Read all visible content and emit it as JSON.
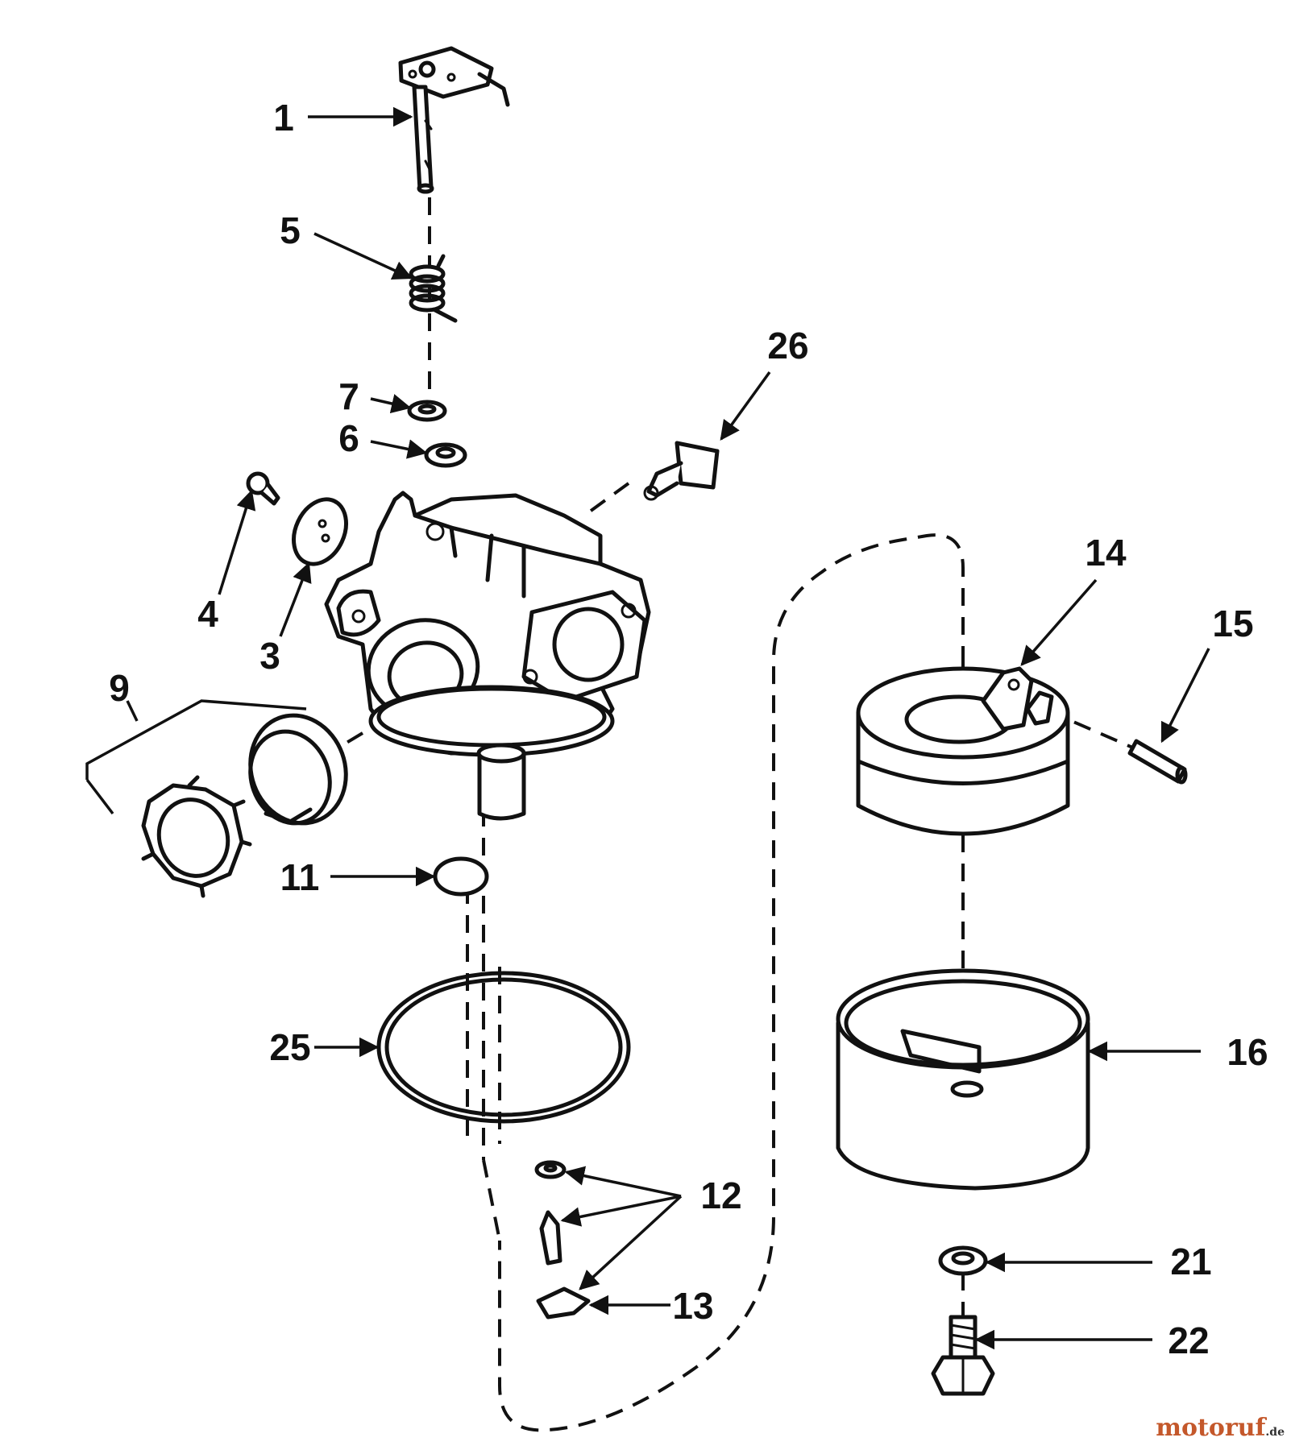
{
  "diagram": {
    "callouts": {
      "p1": "1",
      "p3": "3",
      "p4": "4",
      "p5": "5",
      "p6": "6",
      "p7": "7",
      "p9": "9",
      "p11": "11",
      "p12": "12",
      "p13": "13",
      "p14": "14",
      "p15": "15",
      "p16": "16",
      "p21": "21",
      "p22": "22",
      "p25": "25",
      "p26": "26"
    }
  },
  "watermark": {
    "name": "motoruf",
    "tld": ".de"
  }
}
